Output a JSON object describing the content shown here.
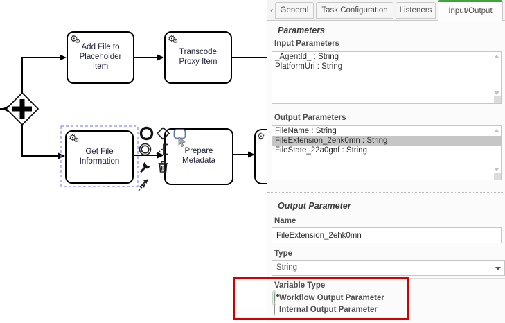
{
  "colors": {
    "tab_active_accent": "#3fa33f",
    "annotation_red": "#d40000",
    "selection_outline_blue": "#8a8aff",
    "list_selected_bg": "#c6c6c6"
  },
  "diagram": {
    "gateway": {
      "icon": "parallel-gateway-plus-icon"
    },
    "tasks": [
      {
        "label": "Add File to Placeholder Item",
        "icon": "service-task-gears-icon"
      },
      {
        "label": "Transcode Proxy Item",
        "icon": "service-task-gears-icon"
      },
      {
        "label": "Get File Information",
        "icon": "service-task-gears-icon",
        "selected": true
      },
      {
        "label": "Prepare Metadata"
      },
      {
        "label": "",
        "icon": "service-task-gears-icon",
        "note": "partially hidden behind panel"
      }
    ],
    "context_pad_icons": [
      "append-end-event-icon",
      "append-gateway-icon",
      "append-task-icon",
      "append-intermediate-event-icon",
      "append-text-annotation-icon",
      "wrench-change-type-icon",
      "trash-delete-icon",
      "connect-tool-icon"
    ]
  },
  "panel": {
    "back_chevron": "‹",
    "tabs": [
      {
        "label": "General",
        "active": false
      },
      {
        "label": "Task Configuration",
        "active": false
      },
      {
        "label": "Listeners",
        "active": false
      },
      {
        "label": "Input/Output",
        "active": true
      }
    ],
    "parameters_heading": "Parameters",
    "input_parameters": {
      "label": "Input Parameters",
      "items": [
        "_AgentId_ : String",
        "PlatformUri : String"
      ]
    },
    "output_parameters": {
      "label": "Output Parameters",
      "items": [
        "FileName : String",
        "FileExtension_2ehk0mn : String",
        "FileState_22a0gnf : String"
      ],
      "selected_item": "FileExtension_2ehk0mn : String",
      "selected_index": 1
    },
    "output_parameter": {
      "heading": "Output Parameter",
      "name_label": "Name",
      "name_value": "FileExtension_2ehk0mn",
      "type_label": "Type",
      "type_value": "String",
      "variable_type_label": "Variable Type",
      "options": [
        {
          "label": "Workflow Output Parameter",
          "selected": true
        },
        {
          "label": "Internal Output Parameter",
          "selected": false
        }
      ]
    }
  }
}
